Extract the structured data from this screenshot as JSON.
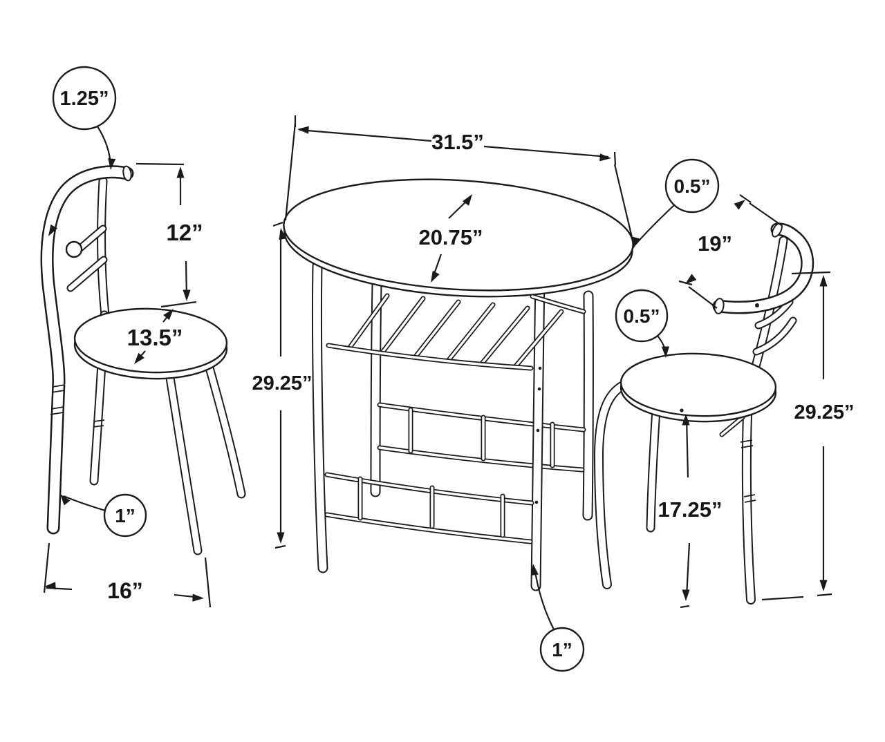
{
  "diagram": "furniture-dimension-line-drawing",
  "colors": {
    "line": "#1b1b1b",
    "background": "#ffffff"
  },
  "callouts": {
    "left_chair": {
      "back_tube_diameter": "1.25”",
      "back_height": "12”",
      "seat_diameter": "13.5”",
      "leg_diameter": "1”",
      "base_width": "16”"
    },
    "table": {
      "height": "29.25”",
      "top_width": "31.5”",
      "top_depth": "20.75”",
      "top_thickness": "0.5”",
      "leg_diameter": "1”"
    },
    "right_chair": {
      "back_width": "19”",
      "seat_thickness": "0.5”",
      "overall_height": "29.25”",
      "seat_height": "17.25”"
    }
  }
}
